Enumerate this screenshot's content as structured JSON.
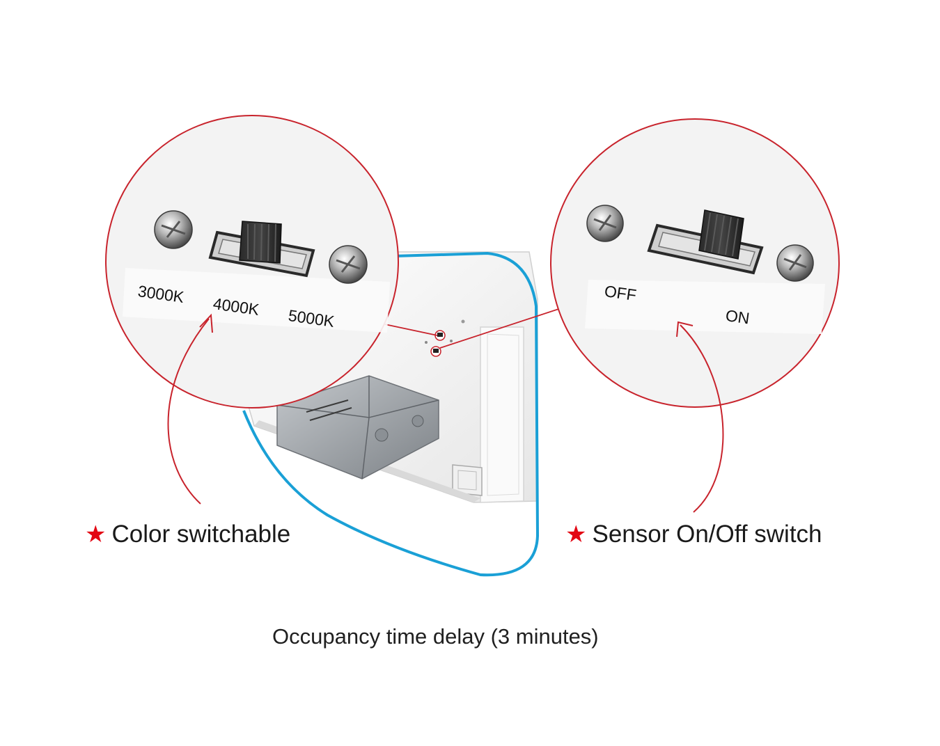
{
  "colors": {
    "accent_red": "#c8232c",
    "star_red": "#e30613",
    "outline_blue": "#1aa0d6",
    "panel_white": "#f4f4f4",
    "driver_gray": "#9ea3a8"
  },
  "color_switch_callout": {
    "positions": [
      "3000K",
      "4000K",
      "5000K"
    ]
  },
  "sensor_switch_callout": {
    "off_label": "OFF",
    "on_label": "ON"
  },
  "features": {
    "color_switchable": "Color switchable",
    "sensor_switch": "Sensor On/Off switch"
  },
  "caption": "Occupancy time delay (3 minutes)",
  "icons": [
    "star-icon",
    "screw-icon",
    "slide-switch-icon"
  ]
}
